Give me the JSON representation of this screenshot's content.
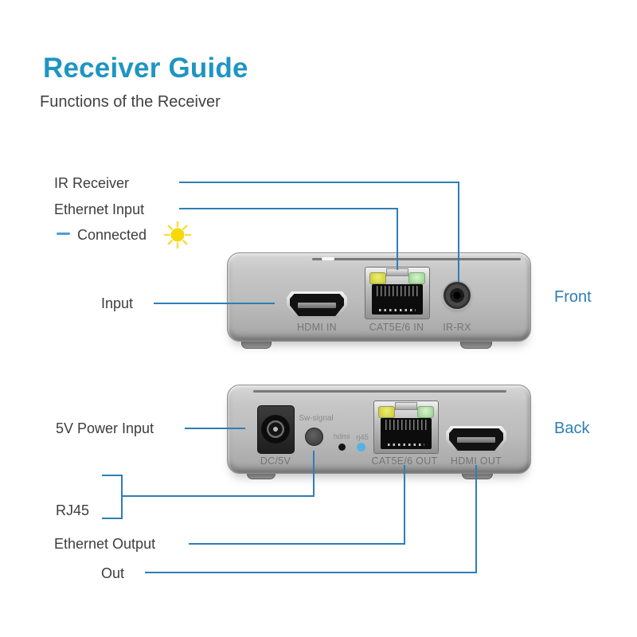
{
  "header": {
    "title": "Receiver Guide",
    "subtitle": "Functions of the Receiver"
  },
  "colors": {
    "title_blue": "#1e95c2",
    "callout_line_blue": "#2e7eb5",
    "label_text": "#3d3d3d",
    "sun_yellow": "#f7d908",
    "rj45_led_blue": "#55b2e4",
    "device_silver": "#bcbcbc"
  },
  "callouts": {
    "ir_receiver": "IR Receiver",
    "ethernet_input": "Ethernet Input",
    "connected": "Connected",
    "input": "Input",
    "front": "Front",
    "power_input": "5V Power Input",
    "back": "Back",
    "rj45": "RJ45",
    "ethernet_output": "Ethernet Output",
    "out": "Out"
  },
  "front_panel": {
    "hdmi_label": "HDMI IN",
    "ethernet_label": "CAT5E/6 IN",
    "ir_label": "IR-RX"
  },
  "back_panel": {
    "dc_label": "DC/5V",
    "switch_label": "Sw-signal",
    "hdmi_led_label": "hdmi",
    "rj45_led_label": "rj45",
    "ethernet_label": "CAT5E/6 OUT",
    "hdmi_label": "HDMI OUT"
  }
}
